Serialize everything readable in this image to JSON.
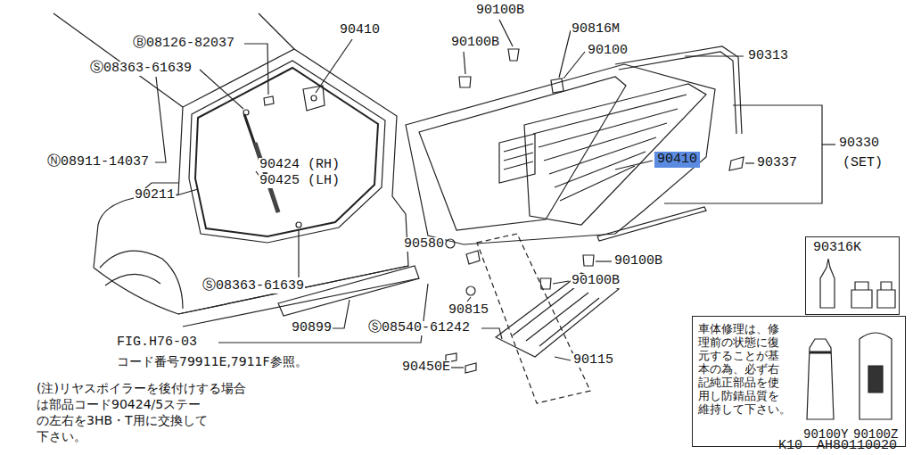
{
  "diagram": {
    "nodes": [
      {
        "text": [
          "90410"
        ]
      },
      {
        "text": [
          "90316K"
        ]
      },
      {
        "text": [
          "車体修理は、修 理前の状態に復 元することが基 本の為、必ず右 記純正部品を使 用し防錆品質を 維持して下さい。",
          "90100Y",
          "90100Z"
        ]
      }
    ],
    "labels": [
      "90410",
      "90100B",
      "90816M",
      "90100B",
      "90100",
      "90313",
      "Ⓑ08126-82037",
      "Ⓢ08363-61639",
      "Ⓝ08911-14037",
      "90211",
      "90424 (RH)",
      "90425 (LH)",
      "90337",
      "90330",
      "(SET)",
      "90580",
      "90100B",
      "90100B",
      "Ⓢ08363-61639",
      "90899",
      "90815",
      "Ⓢ08540-61242",
      "FIG.H76-03",
      "コード番号79911E,7911F参照。",
      "90115",
      "90450E",
      "(注)リヤスポイラーを後付けする場合 は部品コード90424/5ステー の左右を3HB・T用に交換して 下さい。",
      "K10",
      "AH80110020"
    ]
  }
}
